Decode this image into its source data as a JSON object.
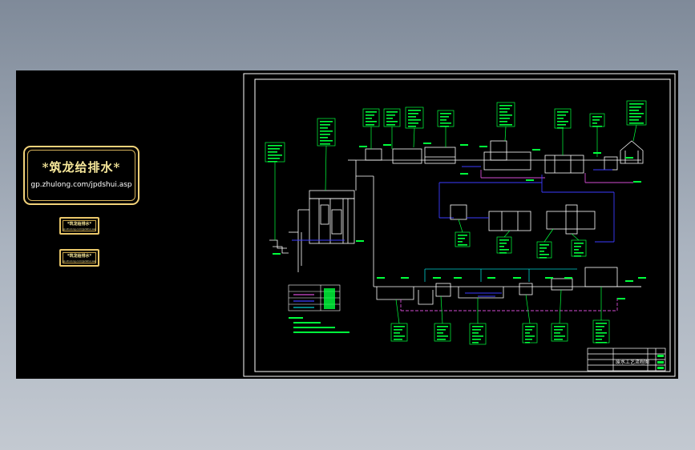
{
  "logo": {
    "title": "*筑龙给排水*",
    "url": "gp.zhulong.com/jpdshui.asp"
  },
  "side_buttons": [
    {
      "title": "*筑龙给排水*",
      "subtitle": "gp.zhulong.com/jpdshui.asp"
    },
    {
      "title": "*筑龙给排水*",
      "subtitle": "gp.zhulong.com/jpdshui.asp"
    }
  ],
  "drawing": {
    "title_block_text": "废水工艺流程图"
  },
  "colors": {
    "page_bg": "#8e98a5",
    "cad_bg": "#000000",
    "frame": "#ffffff",
    "process_line": "#ffffff",
    "annotation": "#00ff3c",
    "water_pipe": "#3c3cff",
    "sludge_pipe": "#d24bd2",
    "air_pipe": "#00d0d0",
    "accent_gold": "#f2d27a"
  }
}
